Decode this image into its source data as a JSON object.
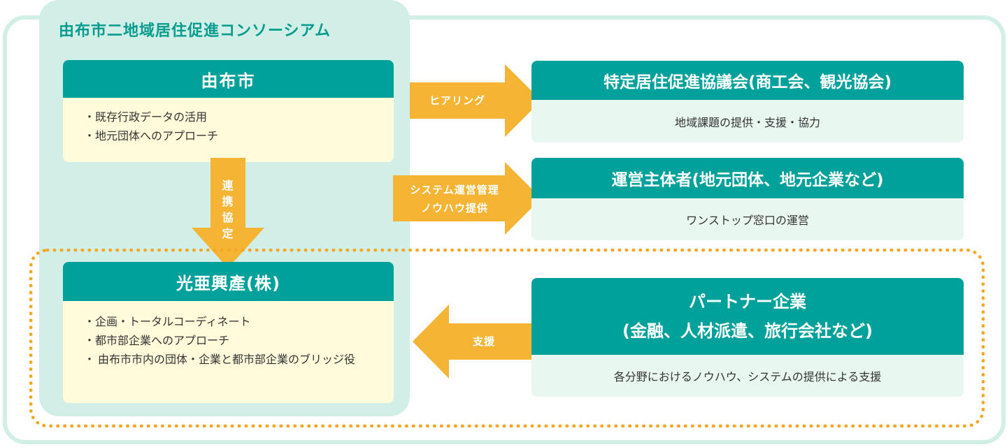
{
  "consortium": {
    "title": "由布市二地域居住促進コンソーシアム"
  },
  "yufu": {
    "title": "由布市",
    "items": [
      "・既存行政データの活用",
      "・地元団体へのアプローチ"
    ]
  },
  "kouakosan": {
    "title": "光亜興產(株)",
    "items": [
      "・企画・トータルコーディネート",
      "・都市部企業へのアプローチ"
    ],
    "wrap_item": {
      "dot": "・",
      "text": "由布市市内の団体・企業と都市部企業のブリッジ役"
    }
  },
  "council": {
    "title": "特定居住促進協議会(商工会、観光協会)",
    "body": "地域課題の提供・支援・協力"
  },
  "operator": {
    "title": "運営主体者(地元団体、地元企業など)",
    "body": "ワンストップ窓口の運営"
  },
  "partner": {
    "title_line1": "パートナー企業",
    "title_line2": "(金融、人材派遣、旅行会社など)",
    "body": "各分野におけるノウハウ、システムの提供による支援"
  },
  "arrows": {
    "hearing": "ヒアリング",
    "system_line1": "システム運営管理",
    "system_line2": "ノウハウ提供",
    "coop_chars": [
      "連",
      "携",
      "協",
      "定"
    ],
    "support": "支援"
  },
  "colors": {
    "teal": "#00a19a",
    "mint": "#d1efe6",
    "orange": "#f5b434",
    "cream": "#fffbdb",
    "pale_green": "#e9f7f1"
  }
}
